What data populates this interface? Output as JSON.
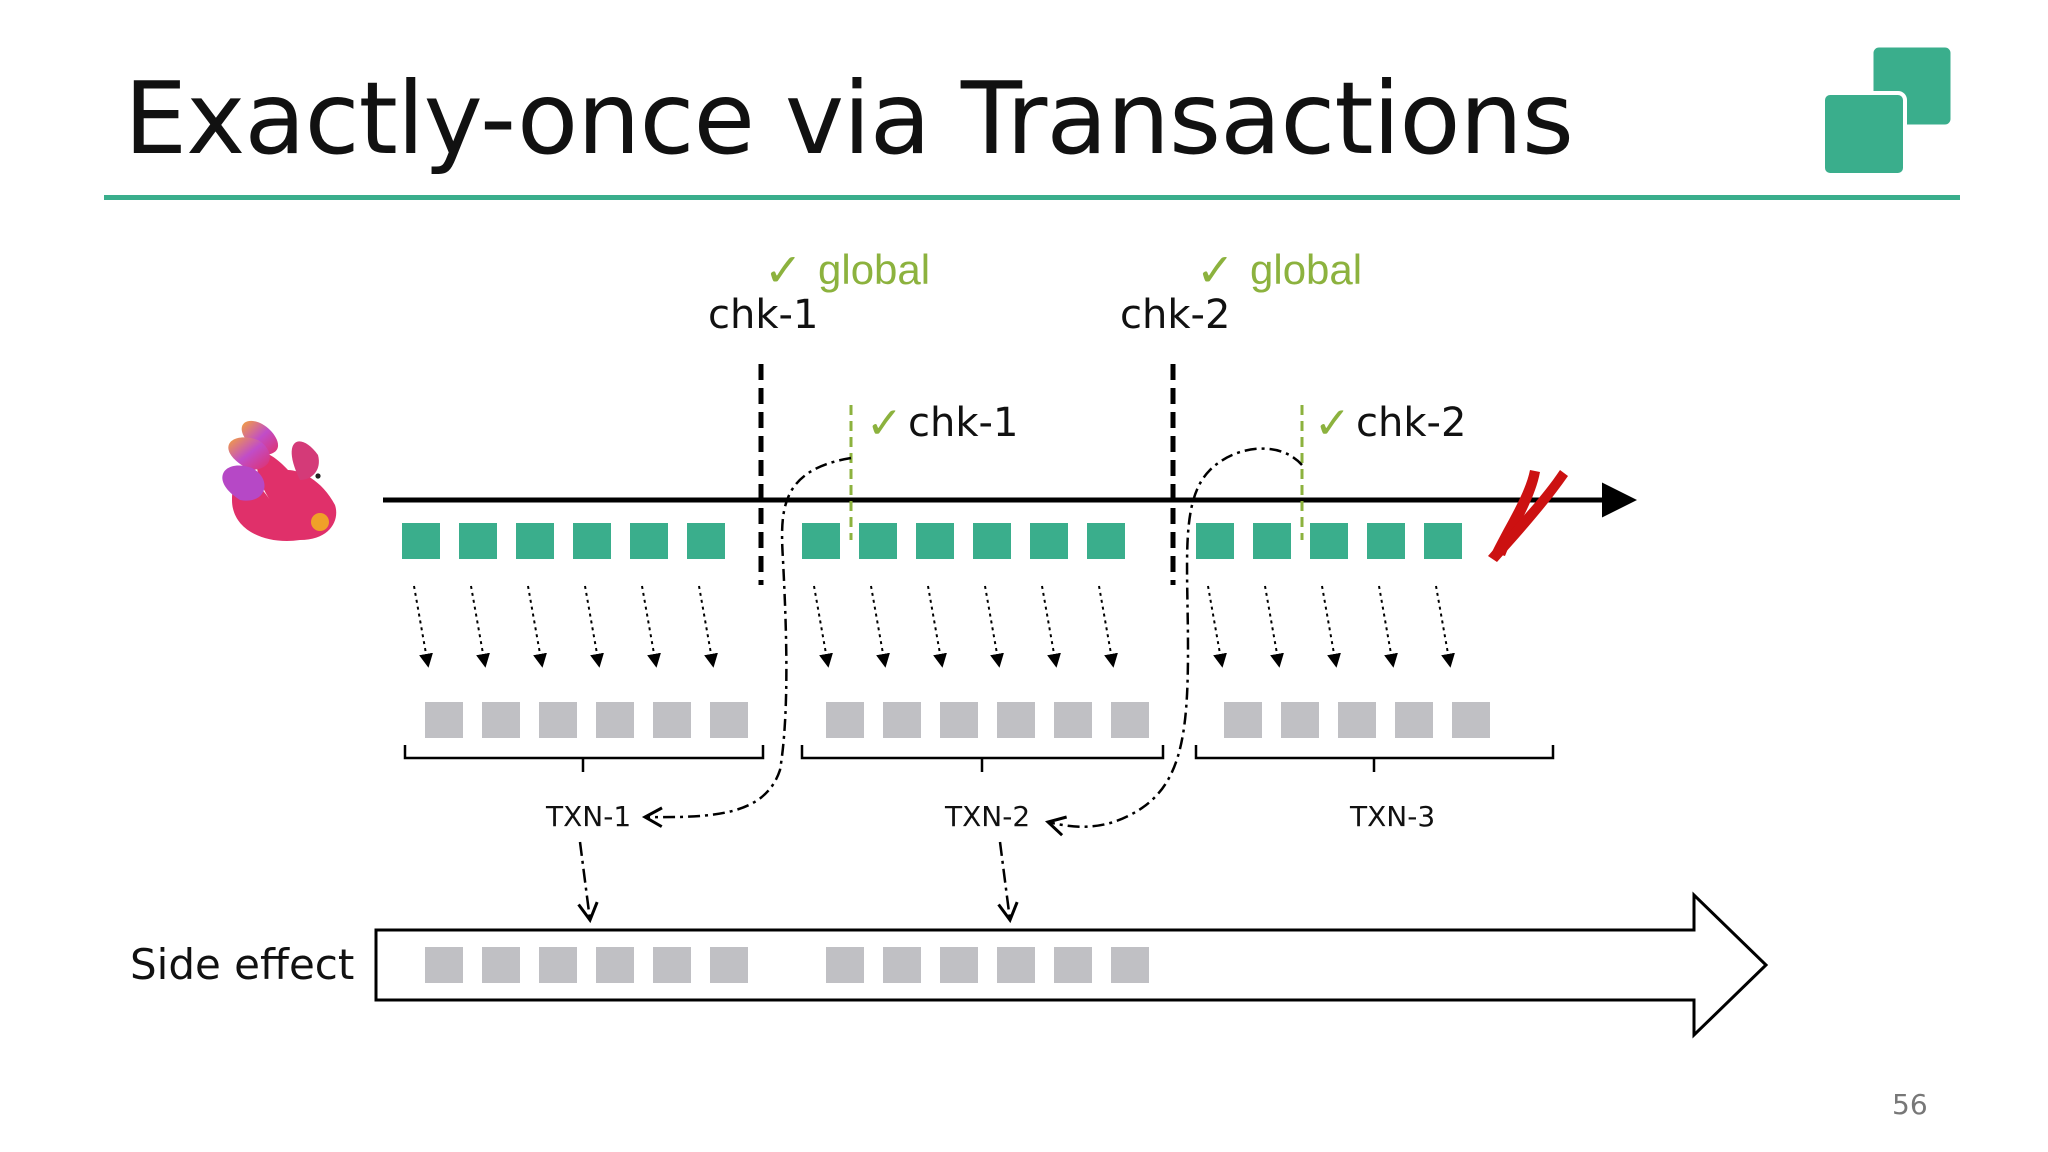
{
  "slide": {
    "title": "Exactly-once via Transactions",
    "page_number": "56"
  },
  "colors": {
    "accent": "#3aae8c",
    "global_check": "#8cb23e",
    "record_sink": "#c0c0c4",
    "fail_x": "#cc1111",
    "line": "#000000"
  },
  "checkpoints": [
    {
      "label": "chk-1",
      "global_label": "global",
      "ack_label": "chk-1"
    },
    {
      "label": "chk-2",
      "global_label": "global",
      "ack_label": "chk-2"
    }
  ],
  "check_glyph": "✓",
  "transactions": [
    "TXN-1",
    "TXN-2",
    "TXN-3"
  ],
  "side_effect_label": "Side effect",
  "groups": [
    {
      "source_records": 6,
      "sink_records": 6,
      "committed": true
    },
    {
      "source_records": 6,
      "sink_records": 6,
      "committed": true
    },
    {
      "source_records": 5,
      "sink_records": 5,
      "committed": false
    }
  ],
  "icons": [
    "flink-squirrel-icon",
    "logo-squares-icon",
    "failure-x-icon"
  ]
}
